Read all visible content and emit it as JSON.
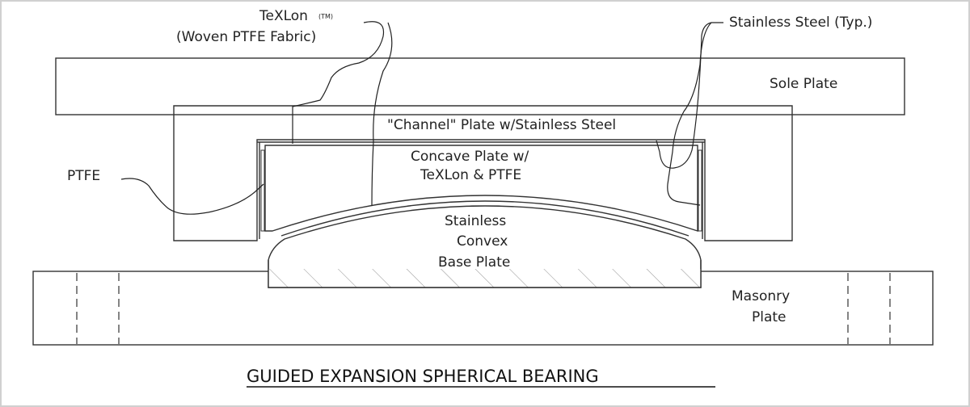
{
  "labels": {
    "texlon": "TeXLon",
    "tm": "(TM)",
    "woven": "(Woven PTFE Fabric)",
    "stainless_typ": "Stainless Steel (Typ.)",
    "sole_plate": "Sole Plate",
    "channel_plate": "\"Channel\" Plate w/Stainless Steel",
    "concave_line1": "Concave Plate w/",
    "concave_line2": "TeXLon & PTFE",
    "ptfe": "PTFE",
    "convex_line1": "Stainless",
    "convex_line2": "Convex",
    "convex_line3": "Base Plate",
    "masonry_line1": "Masonry",
    "masonry_line2": "Plate"
  },
  "title": "GUIDED EXPANSION SPHERICAL BEARING"
}
